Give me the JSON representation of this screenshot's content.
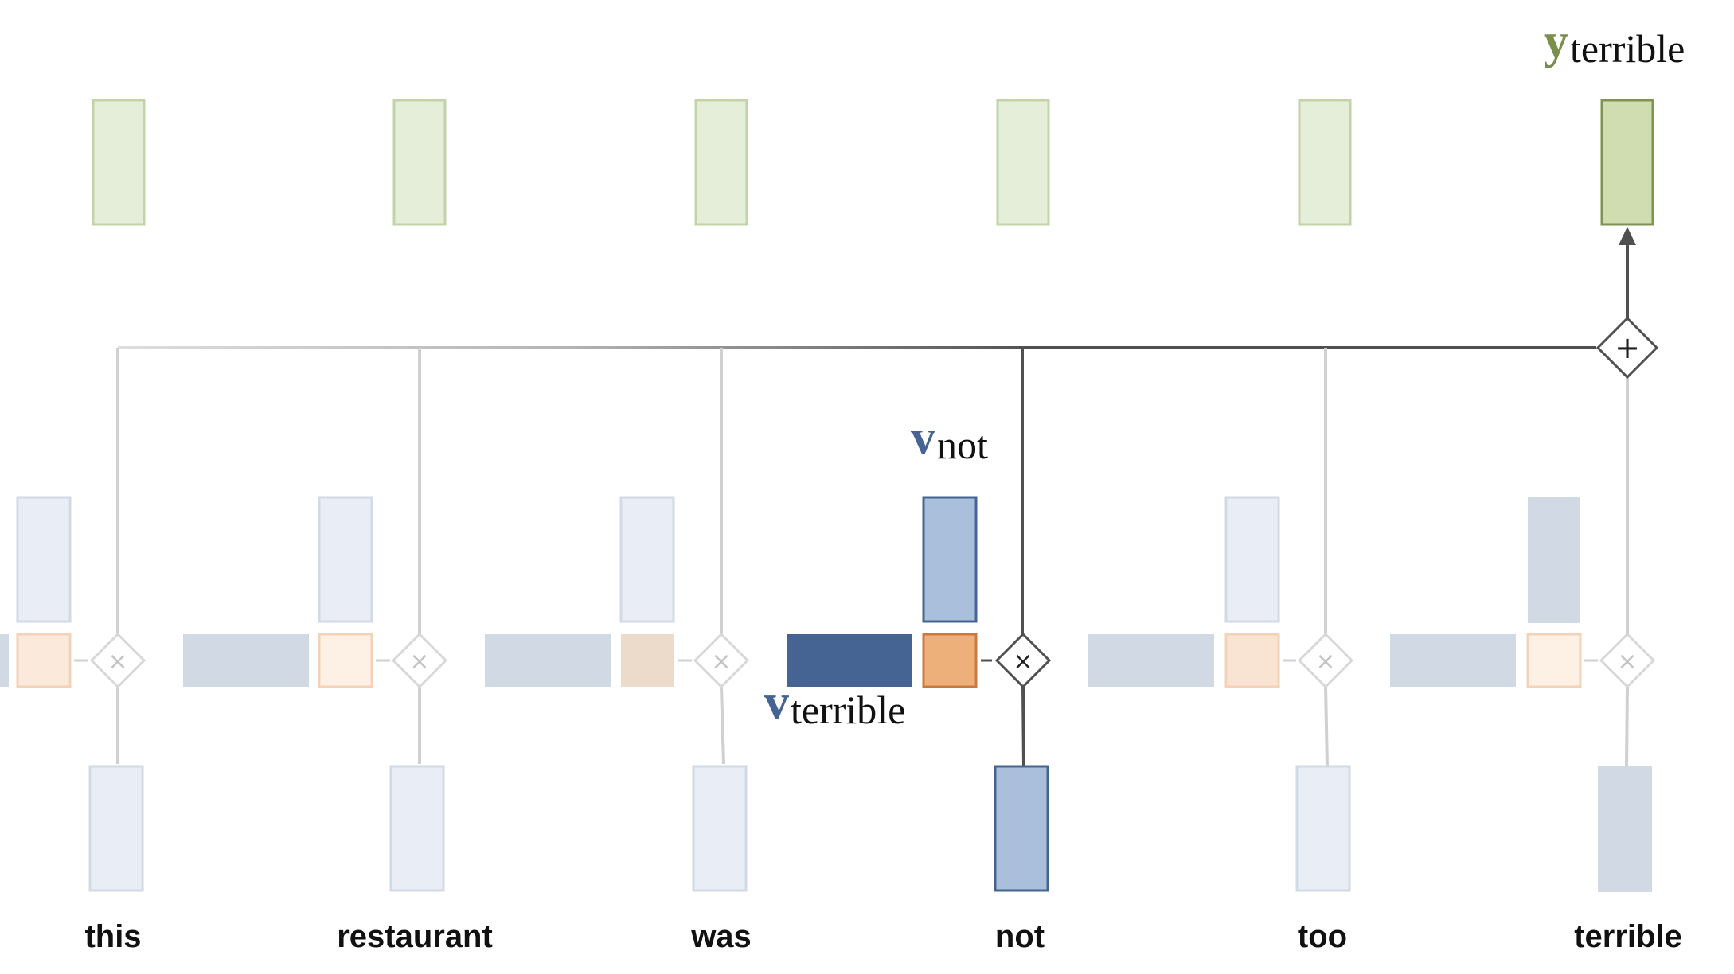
{
  "diagram": {
    "words": [
      "this",
      "restaurant",
      "was",
      "not",
      "too",
      "terrible"
    ],
    "focus_word": "not",
    "output_word": "terrible",
    "labels": {
      "y_main": "y",
      "y_sub": "terrible",
      "vnot_main": "v",
      "vnot_sub": "not",
      "vterrible_main": "v",
      "vterrible_sub": "terrible"
    },
    "operators": {
      "multiply": "×",
      "add": "+"
    },
    "colors": {
      "green_fill": "#e5eed8",
      "green_stroke": "#c2d3a8",
      "green_active_fill": "#cfddb0",
      "green_active_stroke": "#7e9552",
      "label_green": "#7b8f4c",
      "label_blue": "#456493",
      "blue_pale_fill": "#e9eef6",
      "blue_pale_stroke": "#d2dae6",
      "blue_active_fill": "#aabfdb",
      "blue_active_stroke": "#456493",
      "blue_dark": "#456493",
      "blue_faded": "#d0d9e4",
      "orange_active_fill": "#eeb07a",
      "orange_active_stroke": "#c97a3e",
      "orange_pale": "#f9e4d3",
      "orange_pale_stroke": "#f2d3b8",
      "line_dark": "#505050",
      "line_light": "#d0d0d0"
    }
  }
}
